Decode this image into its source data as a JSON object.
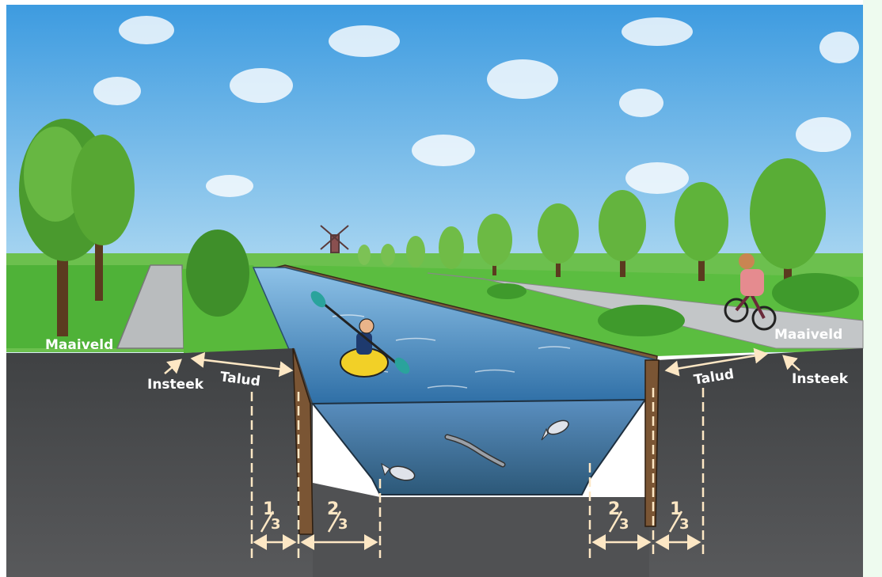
{
  "labels": {
    "maaiveld_left": "Maaiveld",
    "maaiveld_right": "Maaiveld",
    "insteek_left": "Insteek",
    "insteek_right": "Insteek",
    "talud_left": "Talud",
    "talud_right": "Talud"
  },
  "fractions": {
    "left_outer": {
      "num": "1",
      "den": "3"
    },
    "left_inner": {
      "num": "2",
      "den": "3"
    },
    "right_inner": {
      "num": "2",
      "den": "3"
    },
    "right_outer": {
      "num": "1",
      "den": "3"
    }
  },
  "colors": {
    "sky_top": "#4fa6e0",
    "sky_bottom": "#cfe8f5",
    "grass": "#53b33f",
    "water": "#5f9fce",
    "soil": "#4a4b4d",
    "wall": "#7a5a3a",
    "annotation": "#fde7c4",
    "side_panel": "#eefbef"
  },
  "icons": [
    "tree-icon",
    "windmill-icon",
    "kayaker-icon",
    "cyclist-icon",
    "fish-icon",
    "eel-icon"
  ]
}
